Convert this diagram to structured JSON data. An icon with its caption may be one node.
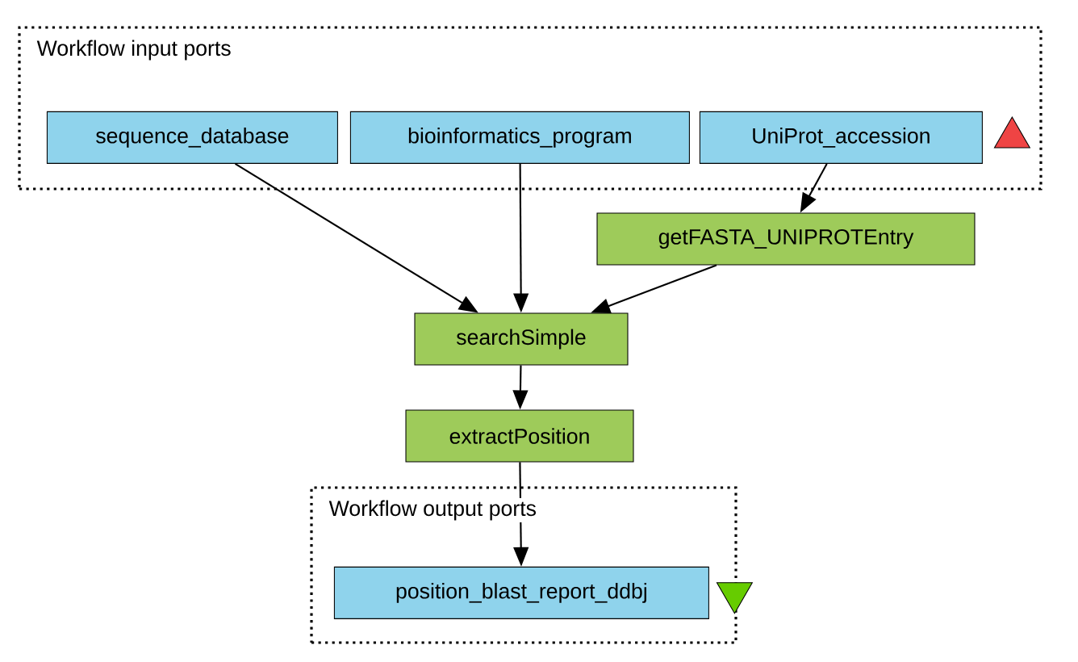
{
  "diagram": {
    "nodes": [
      {
        "text": [
          "Workflow input ports"
        ]
      },
      {
        "text": [
          "sequence_database"
        ],
        "in": 0
      },
      {
        "text": [
          "bioinformatics_program"
        ],
        "in": 0
      },
      {
        "text": [
          "UniProt_accession"
        ],
        "in": 0
      },
      {
        "text": [],
        "shape": "triangle",
        "in": 0
      },
      {
        "text": [
          "getFASTA_UNIPROTEntry"
        ]
      },
      {
        "text": [
          "searchSimple"
        ]
      },
      {
        "text": [
          "extractPosition"
        ]
      },
      {
        "text": [
          "Workflow output ports"
        ]
      },
      {
        "text": [
          "position_blast_report_ddbj"
        ],
        "in": 8
      },
      {
        "text": [],
        "shape": "triangle",
        "in": 8
      }
    ],
    "edges": [
      {
        "from": 1,
        "to": 6,
        "arrow": "to"
      },
      {
        "from": 2,
        "to": 6,
        "arrow": "to"
      },
      {
        "from": 3,
        "to": 5,
        "arrow": "to"
      },
      {
        "from": 5,
        "to": 6,
        "arrow": "to"
      },
      {
        "from": 6,
        "to": 7,
        "arrow": "to"
      },
      {
        "from": 7,
        "to": 9,
        "arrow": "to"
      }
    ]
  }
}
